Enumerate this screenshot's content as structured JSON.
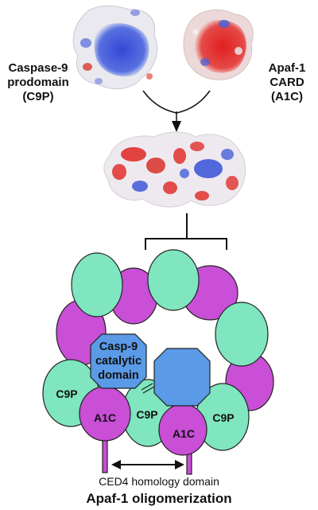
{
  "labels": {
    "caspase_line1": "Caspase-9",
    "caspase_line2": "prodomain",
    "caspase_line3": "(C9P)",
    "apaf_line1": "Apaf-1",
    "apaf_line2": "CARD",
    "apaf_line3": "(A1C)",
    "casp9_line1": "Casp-9",
    "casp9_line2": "catalytic",
    "casp9_line3": "domain",
    "c9p": "C9P",
    "a1c": "A1C",
    "ced4": "CED4 homology domain",
    "oligomerization": "Apaf-1 oligomerization"
  },
  "colors": {
    "purple": "#c84fd6",
    "mint": "#7fe6bf",
    "blue": "#5a9ae6",
    "surface_red": "#e0302c",
    "surface_blue": "#3f5ad8",
    "outline": "#222222"
  }
}
